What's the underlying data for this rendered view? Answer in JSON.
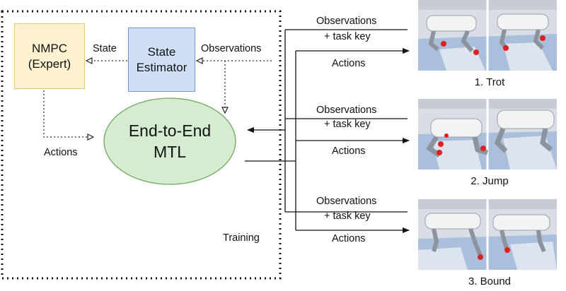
{
  "diagram": {
    "nmpc": {
      "line1": "NMPC",
      "line2": "(Expert)",
      "fill": "#fdf1cf",
      "stroke": "#e6c86e"
    },
    "estimator": {
      "line1": "State",
      "line2": "Estimator",
      "fill": "#cfe0f6",
      "stroke": "#6f97cc"
    },
    "mtl": {
      "line1": "End-to-End",
      "line2": "MTL",
      "fill": "#d6ecd0",
      "stroke": "#6ea862"
    },
    "labels": {
      "state": "State",
      "observations": "Observations",
      "actions_left": "Actions",
      "training": "Training"
    },
    "rows": [
      {
        "obs": "Observations",
        "key": "+ task key",
        "actions": "Actions",
        "caption": "1. Trot"
      },
      {
        "obs": "Observations",
        "key": "+ task key",
        "actions": "Actions",
        "caption": "2. Jump"
      },
      {
        "obs": "Observations",
        "key": "+ task key",
        "actions": "Actions",
        "caption": "3. Bound"
      }
    ]
  }
}
